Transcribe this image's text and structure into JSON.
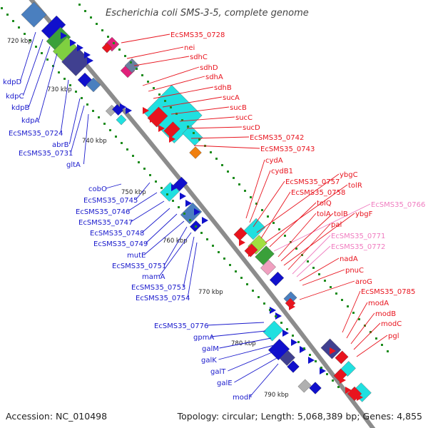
{
  "title": "Escherichia coli SMS-3-5, complete genome",
  "footer": {
    "accession": "Accession: NC_010498",
    "summary": "Topology: circular; Length: 5,068,389 bp; Genes: 4,855"
  },
  "ticks": [
    "720 kbp",
    "730 kbp",
    "740 kbp",
    "750 kbp",
    "760 kbp",
    "770 kbp",
    "780 kbp",
    "790 kbp"
  ],
  "left_genes": [
    "kdpD",
    "kdpC",
    "kdpB",
    "kdpA",
    "EcSMS35_0724",
    "abrB",
    "EcSMS35_0731",
    "gltA",
    "cobO",
    "EcSMS35_0745",
    "EcSMS35_0746",
    "EcSMS35_0747",
    "EcSMS35_0748",
    "EcSMS35_0749",
    "mutE",
    "EcSMS35_0751",
    "mamA",
    "EcSMS35_0753",
    "EcSMS35_0754",
    "EcSMS35_0776",
    "gpmA",
    "galM",
    "galK",
    "galT",
    "galE",
    "modF"
  ],
  "right_genes": [
    "EcSMS35_0728",
    "nei",
    "sdhC",
    "sdhD",
    "sdhA",
    "sdhB",
    "sucA",
    "sucB",
    "sucC",
    "sucD",
    "EcSMS35_0742",
    "EcSMS35_0743",
    "cydA",
    "cydB1",
    "EcSMS35_0757",
    "ybgC",
    "EcSMS35_0758",
    "tolR",
    "tolQ",
    "EcSMS35_0766",
    "tolA",
    "tolB",
    "ybgF",
    "pal",
    "EcSMS35_0771",
    "EcSMS35_0772",
    "nadA",
    "pnuC",
    "aroG",
    "EcSMS35_0785",
    "modA",
    "modB",
    "modC",
    "pgl"
  ],
  "colors": {
    "left_label": "#1a1acc",
    "right_label": "#e8141e",
    "pink_label": "#f07cc0",
    "backbone": "#8c8c8c",
    "dots": "#1e8c1e"
  }
}
